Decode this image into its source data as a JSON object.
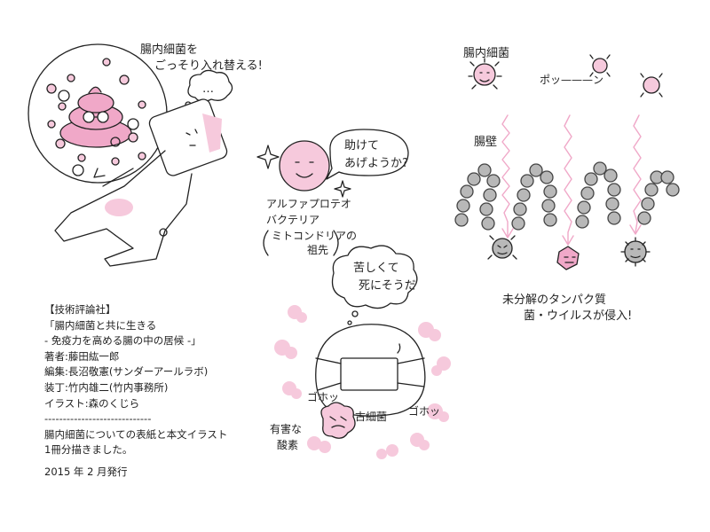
{
  "colors": {
    "pink": "#f0a8c8",
    "pink_light": "#f6c9dc",
    "bead": "#b8b8b8",
    "ink": "#222222"
  },
  "left_illustration": {
    "caption_line1": "腸内細菌を",
    "caption_line2": "ごっそり入れ替える!",
    "thought": "…"
  },
  "middle_illustration": {
    "speech_line1": "助けて",
    "speech_line2": "あげようか?",
    "name_line1": "アルファプロテオ",
    "name_line2": "バクテリア",
    "note_line1": "ミトコンドリアの",
    "note_line2": "祖先",
    "suffer_line1": "苦しくて",
    "suffer_line2": "死にそうだ",
    "cough_left": "ゴホッ",
    "cough_right": "ゴホッ",
    "old_bacteria": "古細菌",
    "toxic_line1": "有害な",
    "toxic_line2": "酸素"
  },
  "right_illustration": {
    "gut_bacteria": "腸内細菌",
    "pop": "ポッ———ン",
    "gut_wall": "腸壁",
    "invasion_line1": "未分解のタンパク質",
    "invasion_line2": "菌・ウイルスが侵入!"
  },
  "info": {
    "publisher": "【技術評論社】",
    "title_line1": "「腸内細菌と共に生きる",
    "title_line2": "- 免疫力を高める腸の中の居候 -」",
    "author": "著者:藤田紘一郎",
    "editor": "編集:長沼敬憲(サンダーアールラボ)",
    "design": "装丁:竹内雄二(竹内事務所)",
    "illustration": "イラスト:森のくじら",
    "divider": "-----------------------------",
    "desc_line1": "腸内細菌についての表紙と本文イラスト",
    "desc_line2": "1冊分描きました。",
    "date": "2015 年 2 月発行"
  }
}
